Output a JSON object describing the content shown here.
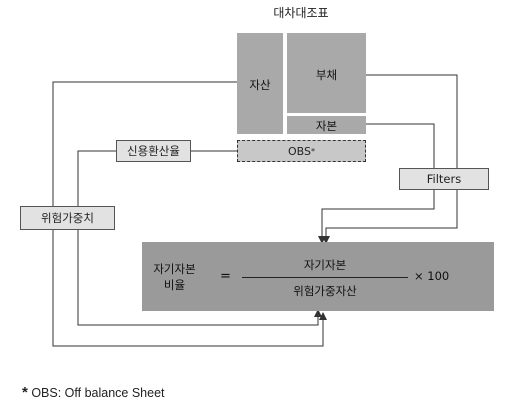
{
  "diagram": {
    "title": "대차대조표",
    "asset": "자산",
    "liability": "부채",
    "capital": "자본",
    "obs": "OBS",
    "obs_mark": "*",
    "credit_conversion": "신용환산율",
    "risk_weight": "위험가중치",
    "filters": "Filters",
    "formula": {
      "lhs_line1": "자기자본",
      "lhs_line2": "비율",
      "equals": "=",
      "numerator": "자기자본",
      "denominator": "위험가중자산",
      "multiplier": "× 100"
    },
    "footnote_mark": "*",
    "footnote_text": "OBS: Off balance Sheet"
  },
  "colors": {
    "gray_box": "#a9a9a9",
    "formula_box": "#9a9a9a",
    "label_box": "#e2e2e2",
    "line": "#333333"
  }
}
